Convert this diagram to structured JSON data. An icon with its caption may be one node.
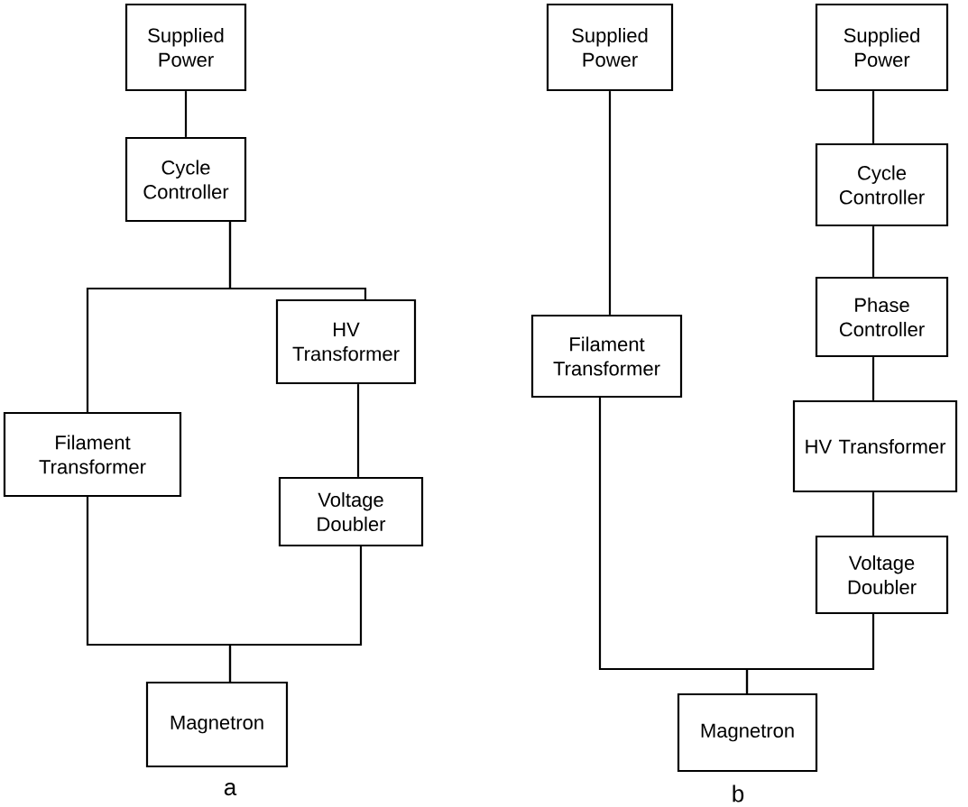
{
  "diagram": {
    "nodes": [
      {
        "text": [
          "Supplied Power"
        ]
      },
      {
        "text": [
          "Cycle Controller"
        ]
      },
      {
        "text": [
          "HV Transformer"
        ]
      },
      {
        "text": [
          "Filament Transformer"
        ]
      },
      {
        "text": [
          "Voltage Doubler"
        ]
      },
      {
        "text": [
          "Magnetron"
        ]
      },
      {
        "text": [
          "Supplied Power"
        ]
      },
      {
        "text": [
          "Supplied Power"
        ]
      },
      {
        "text": [
          "Filament Transformer"
        ]
      },
      {
        "text": [
          "Cycle Controller"
        ]
      },
      {
        "text": [
          "Phase Controller"
        ]
      },
      {
        "text": [
          "HV Transformer"
        ]
      },
      {
        "text": [
          "Voltage Doubler"
        ]
      },
      {
        "text": [
          "Magnetron"
        ]
      }
    ],
    "edges": [
      {
        "from": 0,
        "to": 1,
        "arrow": "none"
      },
      {
        "from": 1,
        "to": 3,
        "arrow": "none"
      },
      {
        "from": 1,
        "to": 2,
        "arrow": "none"
      },
      {
        "from": 2,
        "to": 4,
        "arrow": "none"
      },
      {
        "from": 3,
        "to": 5,
        "arrow": "none"
      },
      {
        "from": 4,
        "to": 5,
        "arrow": "none"
      },
      {
        "from": 6,
        "to": 8,
        "arrow": "none"
      },
      {
        "from": 7,
        "to": 9,
        "arrow": "none"
      },
      {
        "from": 9,
        "to": 10,
        "arrow": "none"
      },
      {
        "from": 10,
        "to": 11,
        "arrow": "none"
      },
      {
        "from": 11,
        "to": 12,
        "arrow": "none"
      },
      {
        "from": 8,
        "to": 13,
        "arrow": "none"
      },
      {
        "from": 12,
        "to": 13,
        "arrow": "none"
      }
    ],
    "labels": [
      "a",
      "b"
    ]
  }
}
